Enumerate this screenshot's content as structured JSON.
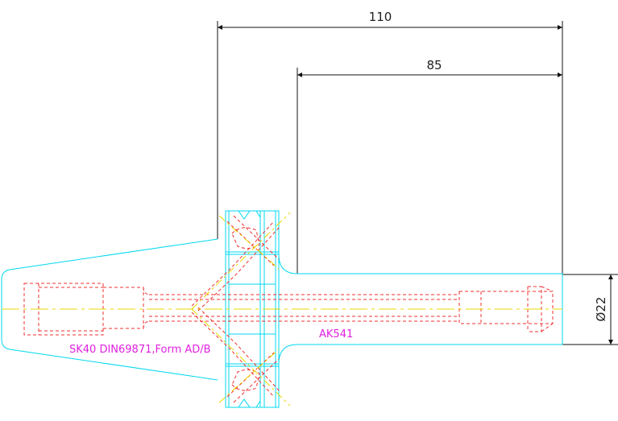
{
  "drawing": {
    "dimensions": {
      "overall_length": "110",
      "shank_length": "85",
      "diameter": "Ø22"
    },
    "labels": {
      "taper_spec": "SK40 DIN69871,Form AD/B",
      "part_code": "AK541"
    },
    "colors": {
      "outline": "#00d8f0",
      "hidden": "#f03030",
      "center": "#e8d800",
      "dimension": "#111111",
      "annotation": "#e020e0"
    }
  }
}
